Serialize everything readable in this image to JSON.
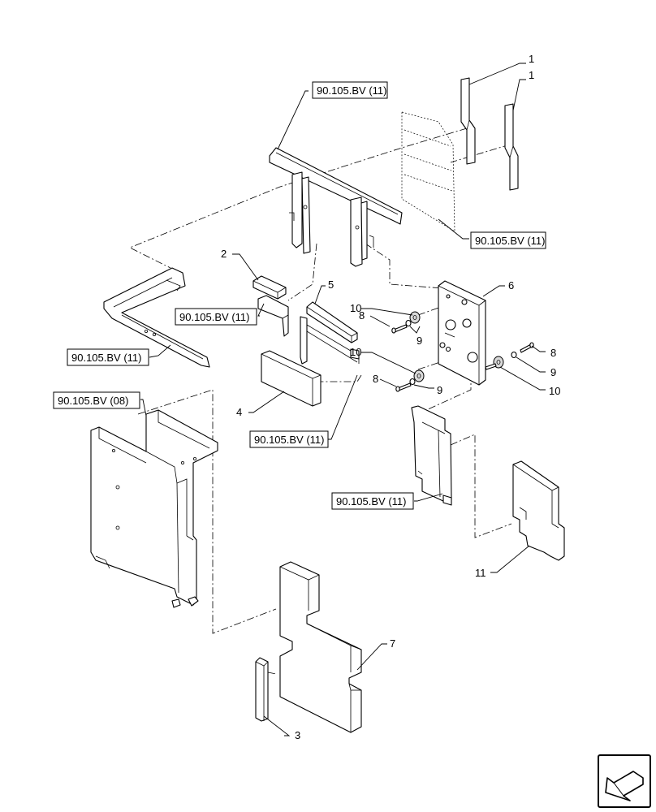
{
  "callouts": {
    "c1a": "1",
    "c1b": "1",
    "c2": "2",
    "c3": "3",
    "c4": "4",
    "c5": "5",
    "c6": "6",
    "c7": "7",
    "c8a": "8",
    "c8b": "8",
    "c8c": "8",
    "c9a": "9",
    "c9b": "9",
    "c9c": "9",
    "c10a": "10",
    "c10b": "10",
    "c10c": "10",
    "c11": "11"
  },
  "refs": {
    "r1": "90.105.BV (11)",
    "r2": "90.105.BV (11)",
    "r3": "90.105.BV (11)",
    "r4": "90.105.BV (11)",
    "r5": "90.105.BV (08)",
    "r6": "90.105.BV (11)",
    "r7": "90.105.BV (11)"
  },
  "nav_icon": "arrow-navigation-icon"
}
